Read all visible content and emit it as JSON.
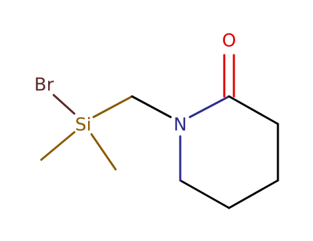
{
  "molecule": {
    "atoms": {
      "bromine": {
        "label": "Br",
        "color": "#5c2a2a"
      },
      "silicon": {
        "label": "Si",
        "color": "#8b5a00"
      },
      "nitrogen": {
        "label": "N",
        "color": "#2b2b8c"
      },
      "oxygen": {
        "label": "O",
        "color": "#e00000"
      }
    },
    "bond_color": "#000000"
  }
}
